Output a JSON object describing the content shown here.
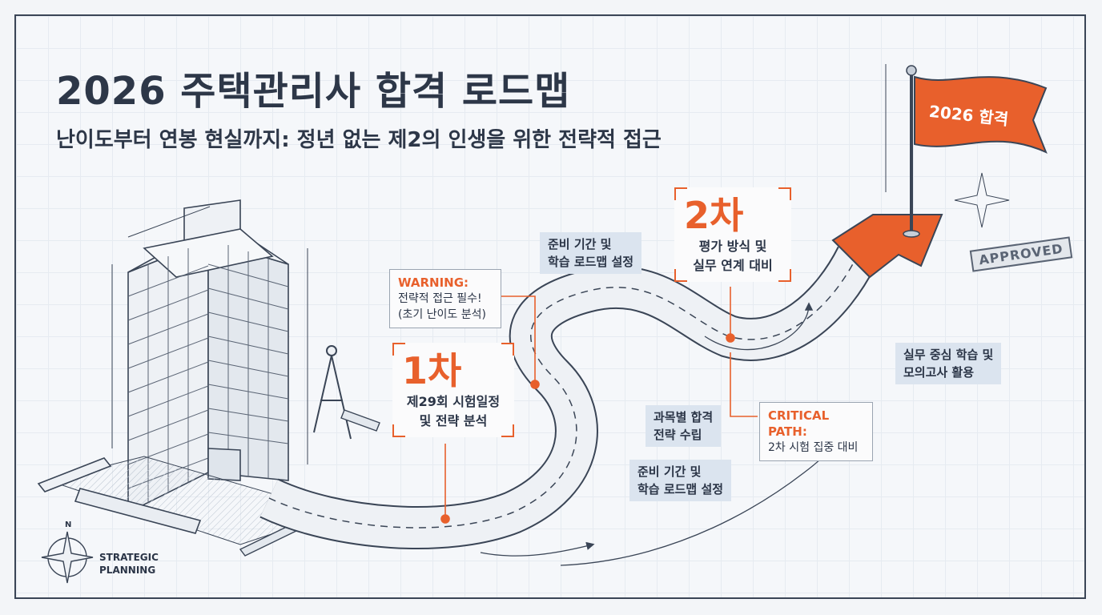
{
  "header": {
    "title": "2026 주택관리사 합격 로드맵",
    "subtitle": "난이도부터 연봉 현실까지: 정년 없는 제2의 인생을 위한 전략적 접근"
  },
  "flag": {
    "text": "2026 합격"
  },
  "stamp": {
    "text": "APPROVED"
  },
  "stages": {
    "first": {
      "number": "1차",
      "line1": "제29회 시험일정",
      "line2": "및 전략 분석"
    },
    "second": {
      "number": "2차",
      "line1": "평가 방식 및",
      "line2": "실무 연계 대비"
    }
  },
  "notes": {
    "warning": {
      "head": "WARNING:",
      "line1": "전략적 접근 필수!",
      "line2": "(초기 난이도 분석)"
    },
    "critical": {
      "head": "CRITICAL PATH:",
      "line1": "2차 시험 집중 대비"
    }
  },
  "tags": {
    "prep_top": {
      "line1": "준비 기간 및",
      "line2": "학습 로드맵 설정"
    },
    "subject": {
      "line1": "과목별 합격",
      "line2": "전략 수립"
    },
    "prep_bottom": {
      "line1": "준비 기간 및",
      "line2": "학습 로드맵 설정"
    },
    "practice": {
      "line1": "실무 중심 학습 및",
      "line2": "모의고사 활용"
    }
  },
  "brand": {
    "north": "N",
    "line1": "STRATEGIC",
    "line2": "PLANNING"
  },
  "colors": {
    "accent": "#e8602c",
    "ink": "#2d3748",
    "tag_bg": "#dbe4ef",
    "paper": "#f5f7fa"
  }
}
